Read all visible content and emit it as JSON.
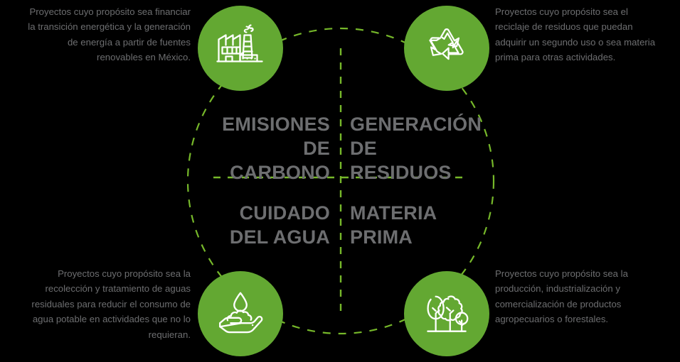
{
  "theme": {
    "background": "#000000",
    "bubble_green": "#63A832",
    "dash_green": "#76B82A",
    "text_gray": "#6D6E70",
    "icon_stroke": "#FFFFFF"
  },
  "diagram": {
    "title": "",
    "quadrants": [
      {
        "id": "carbon-emissions",
        "position": "top-left",
        "heading": "EMISIONES\nDE CARBONO",
        "icon": "factory-icon",
        "caption": "Proyectos cuyo propósito sea financiar la transición energética y la generación de energía a partir de fuentes renovables en México."
      },
      {
        "id": "waste-generation",
        "position": "top-right",
        "heading": "GENERACIÓN\nDE RESIDUOS",
        "icon": "recycle-icon",
        "caption": "Proyectos cuyo propósito sea el reciclaje de residuos que puedan adquirir un segundo uso o sea materia prima para otras actividades."
      },
      {
        "id": "water-care",
        "position": "bottom-left",
        "heading": "CUIDADO\nDEL AGUA",
        "icon": "hand-water-drop-icon",
        "caption": "Proyectos cuyo propósito sea la recolección y tratamiento de aguas residuales para reducir el consumo de agua potable en actividades que no lo requieran."
      },
      {
        "id": "raw-material",
        "position": "bottom-right",
        "heading": "MATERIA\nPRIMA",
        "icon": "trees-icon",
        "caption": "Proyectos cuyo propósito sea la producción, industrialización y comercialización de productos agropecuarios o forestales."
      }
    ]
  }
}
